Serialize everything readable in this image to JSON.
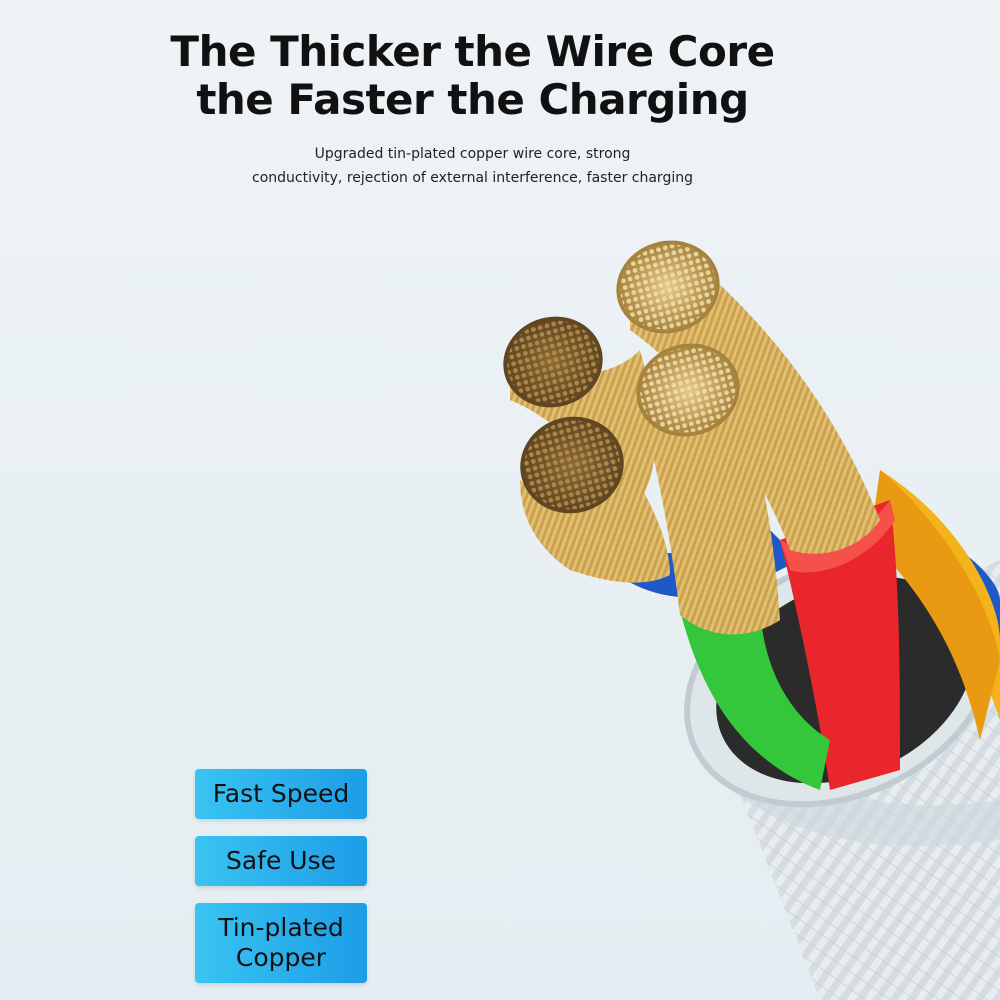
{
  "heading": {
    "line1": "The Thicker the Wire Core",
    "line2": "the Faster the Charging"
  },
  "subheading": {
    "line1": "Upgraded tin-plated copper wire core, strong",
    "line2": "conductivity, rejection of external interference, faster charging"
  },
  "badges": {
    "fast_speed": "Fast Speed",
    "safe_use": "Safe Use",
    "tin_line1": "Tin-plated",
    "tin_line2": "Copper"
  },
  "colors": {
    "badge_start": "#39c4f2",
    "badge_end": "#1c9de7",
    "wire_red": "#e8262b",
    "wire_green": "#34c63b",
    "wire_yellow": "#f4b21b",
    "wire_blue": "#1f59c8",
    "copper": "#c9a24e",
    "sheath": "#e7ecef"
  }
}
